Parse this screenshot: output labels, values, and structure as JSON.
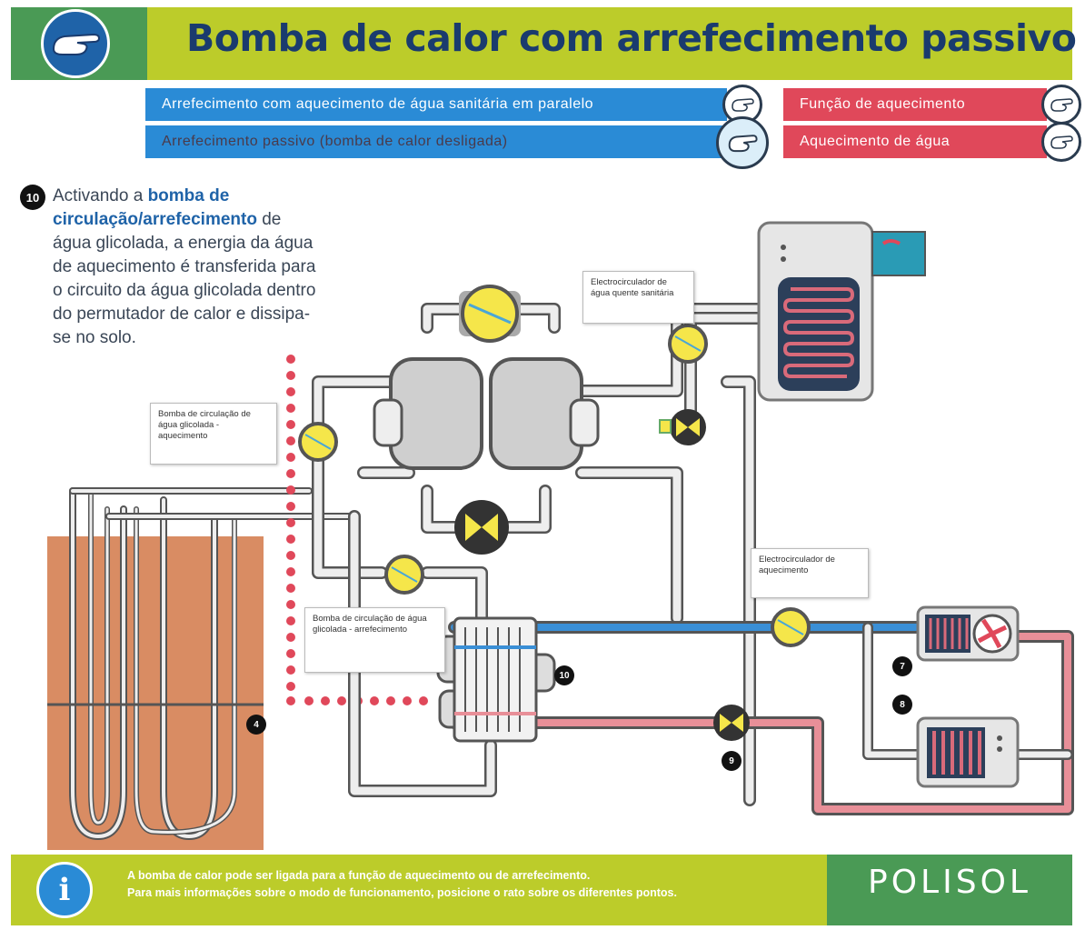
{
  "header": {
    "title": "Bomba de calor com arrefecimento passivo",
    "icon": "pointing-hand-icon"
  },
  "modes": {
    "cooling_with_dhw": "Arrefecimento com aquecimento de água sanitária em paralelo",
    "passive_cooling": "Arrefecimento passivo (bomba de calor desligada)",
    "heating_function": "Função de aquecimento",
    "water_heating": "Aquecimento de água"
  },
  "description": {
    "step": "10",
    "part1": "Activando a ",
    "bold": "bomba de circulação/arrefecimento",
    "part2": " de água glicolada, a energia da água de aquecimento é transferida para o circuito da água glicolada dentro do permutador de calor e dissipa-se no solo."
  },
  "callouts": {
    "glycol_heating_pump": "Bomba de circulação de água glicolada - aquecimento",
    "dhw_circulator": "Electrocirculador de água quente sanitária",
    "heating_circulator": "Electrocirculador de aquecimento",
    "glycol_cooling_pump": "Bomba de circulação de água glicolada - arrefecimento"
  },
  "markers": {
    "m4": "4",
    "m7": "7",
    "m8": "8",
    "m9": "9",
    "m10": "10"
  },
  "footer": {
    "line1": "A bomba de calor pode ser ligada para a função de aquecimento ou de arrefecimento.",
    "line2": "Para mais informações sobre o modo de funcionamento, posicione o rato sobre os diferentes pontos.",
    "info_icon": "info-icon",
    "info_glyph": "i",
    "logo": "POLISOL"
  },
  "colors": {
    "header_green": "#bccc2a",
    "brand_green": "#4a9a55",
    "mode_blue": "#2a8bd6",
    "mode_red": "#e0485a",
    "title_navy": "#1a3b6e",
    "pump_yellow": "#f5e64a",
    "earth": "#d98c63",
    "path_red": "#e0485a"
  }
}
